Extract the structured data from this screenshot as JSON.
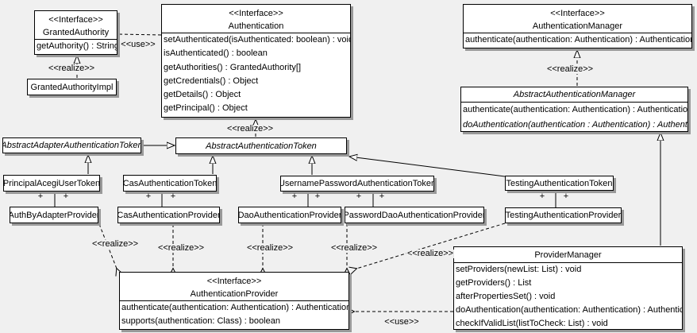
{
  "labels": {
    "interface_stereotype": "<<Interface>>",
    "use": "<<use>>",
    "realize": "<<realize>>",
    "plus": "+"
  },
  "colors": {
    "background": "#f0f0f0",
    "box_fill": "#ffffff",
    "line": "#000000",
    "shadow": "#999999"
  },
  "classes": {
    "granted_authority": {
      "stereotype": "<<Interface>>",
      "name": "GrantedAuthority",
      "methods": [
        "getAuthority() : String"
      ]
    },
    "granted_authority_impl": {
      "name": "GrantedAuthorityImpl"
    },
    "authentication": {
      "stereotype": "<<Interface>>",
      "name": "Authentication",
      "methods": [
        "setAuthenticated(isAuthenticated: boolean) : void",
        "isAuthenticated() : boolean",
        "getAuthorities() : GrantedAuthority[]",
        "getCredentials() : Object",
        "getDetails() : Object",
        "getPrincipal() : Object"
      ]
    },
    "authentication_manager": {
      "stereotype": "<<Interface>>",
      "name": "AuthenticationManager",
      "methods": [
        "authenticate(authentication: Authentication) : Authentication"
      ]
    },
    "abstract_authentication_manager": {
      "name": "AbstractAuthenticationManager",
      "methods": [
        "authenticate(authentication: Authentication) : Authentication",
        "doAuthentication(authentication : Authentication) : Authentication"
      ]
    },
    "abstract_adapter_authentication_token": {
      "name": "AbstractAdapterAuthenticationToken"
    },
    "abstract_authentication_token": {
      "name": "AbstractAuthenticationToken"
    },
    "principal_acegi_user_token": {
      "name": "PrincipalAcegiUserToken"
    },
    "cas_authentication_token": {
      "name": "CasAuthenticationToken"
    },
    "username_password_authentication_token": {
      "name": "UsernamePasswordAuthenticationToken"
    },
    "testing_authentication_token": {
      "name": "TestingAuthenticationToken"
    },
    "auth_by_adapter_provider": {
      "name": "AuthByAdapterProvider"
    },
    "cas_authentication_provider": {
      "name": "CasAuthenticationProvider"
    },
    "dao_authentication_provider": {
      "name": "DaoAuthenticationProvider"
    },
    "password_dao_authentication_provider": {
      "name": "PasswordDaoAuthenticationProvider"
    },
    "testing_authentication_provider": {
      "name": "TestingAuthenticationProvider"
    },
    "authentication_provider": {
      "stereotype": "<<Interface>>",
      "name": "AuthenticationProvider",
      "methods": [
        "authenticate(authentication: Authentication) : Authentication",
        "supports(authentication: Class) : boolean"
      ]
    },
    "provider_manager": {
      "name": "ProviderManager",
      "methods": [
        "setProviders(newList: List) : void",
        "getProviders() : List",
        "afterPropertiesSet() : void",
        "doAuthentication(authentication: Authentication) : Authentication",
        "checkIfValidList(listToCheck: List) : void"
      ]
    }
  }
}
